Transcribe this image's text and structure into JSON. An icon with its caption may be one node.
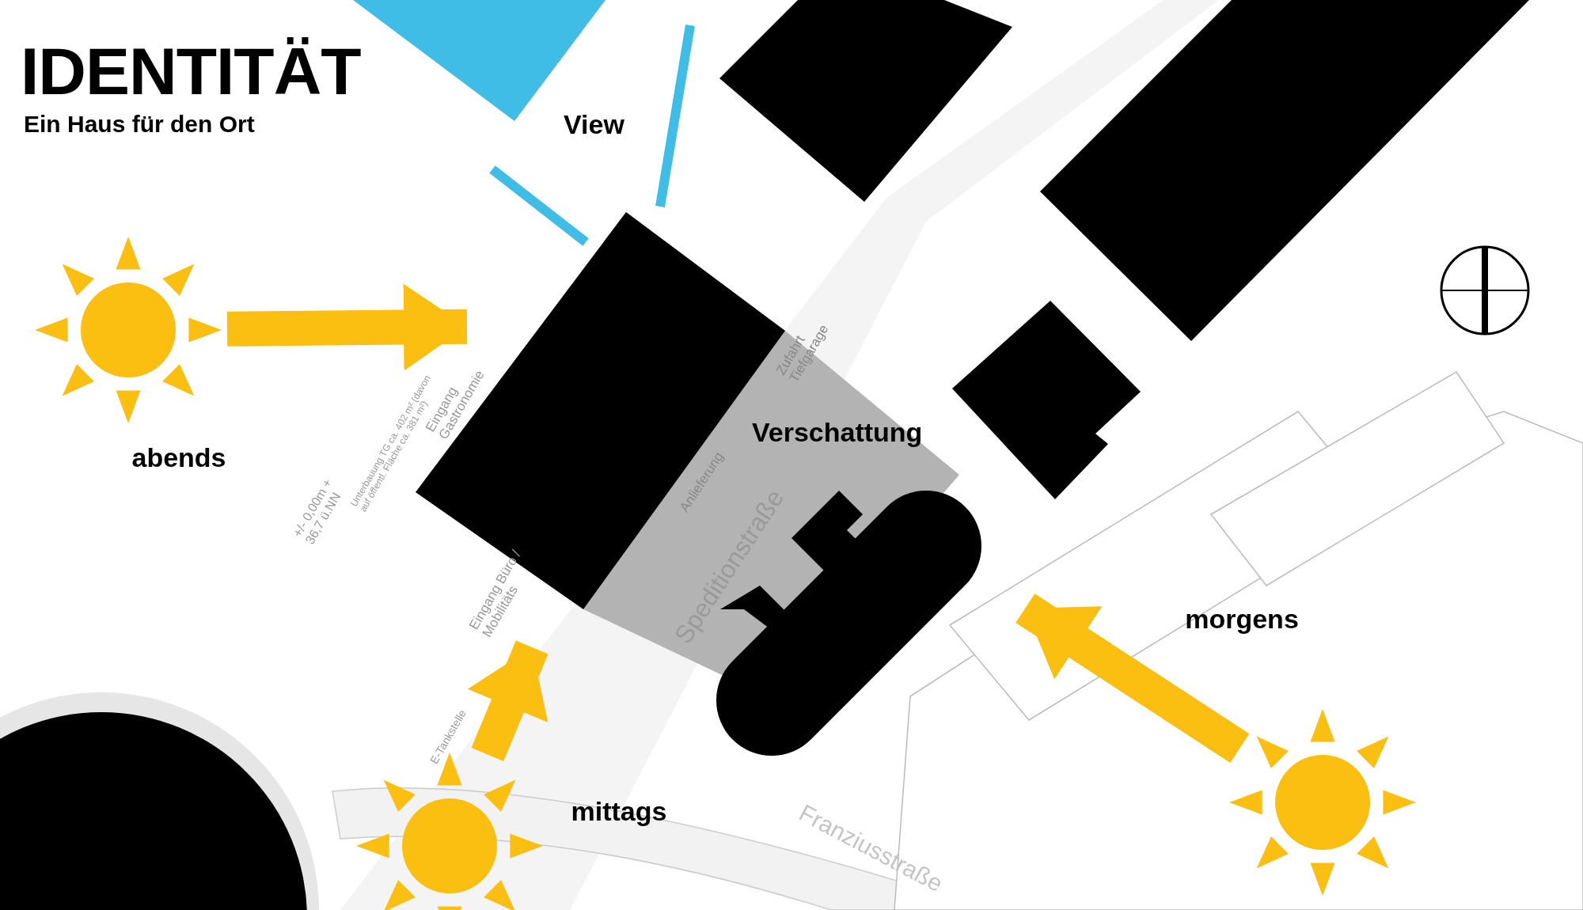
{
  "diagram": {
    "title": "IDENTITÄT",
    "nodes": [
      {
        "text": [],
        "shape": "circle",
        "beside": [
          "abends"
        ]
      },
      {
        "text": [],
        "shape": "circle",
        "beside": [
          "mittags"
        ]
      },
      {
        "text": [],
        "shape": "circle",
        "beside": [
          "morgens"
        ]
      },
      {
        "text": [],
        "shape": "box"
      },
      {
        "text": [],
        "shape": "box"
      },
      {
        "text": [],
        "shape": "box"
      },
      {
        "text": [],
        "shape": "box"
      },
      {
        "text": [],
        "shape": "diamond"
      },
      {
        "text": [],
        "shape": "circle"
      }
    ],
    "edges": [
      {
        "from": 0,
        "to": 3,
        "arrow": "to"
      },
      {
        "from": 1,
        "to": 3,
        "arrow": "to"
      },
      {
        "from": 2,
        "to": 4,
        "arrow": "to"
      }
    ],
    "labels": [
      "Ein Haus für den Ort",
      "View",
      "Eingang Gastronomie",
      "Unterbauung TG ca. 402 m² (davon auf öffentl. Fläche ca. 381 m²)",
      "+/- 0,00m + 36,7 ü.NN",
      "Eingang Büro / Mobilitäts",
      "Zufahrt Tiefgarage",
      "Verschattung",
      "Anlieferung",
      "Speditionstraße",
      "E-Tankstelle",
      "Franziusstraße"
    ]
  }
}
